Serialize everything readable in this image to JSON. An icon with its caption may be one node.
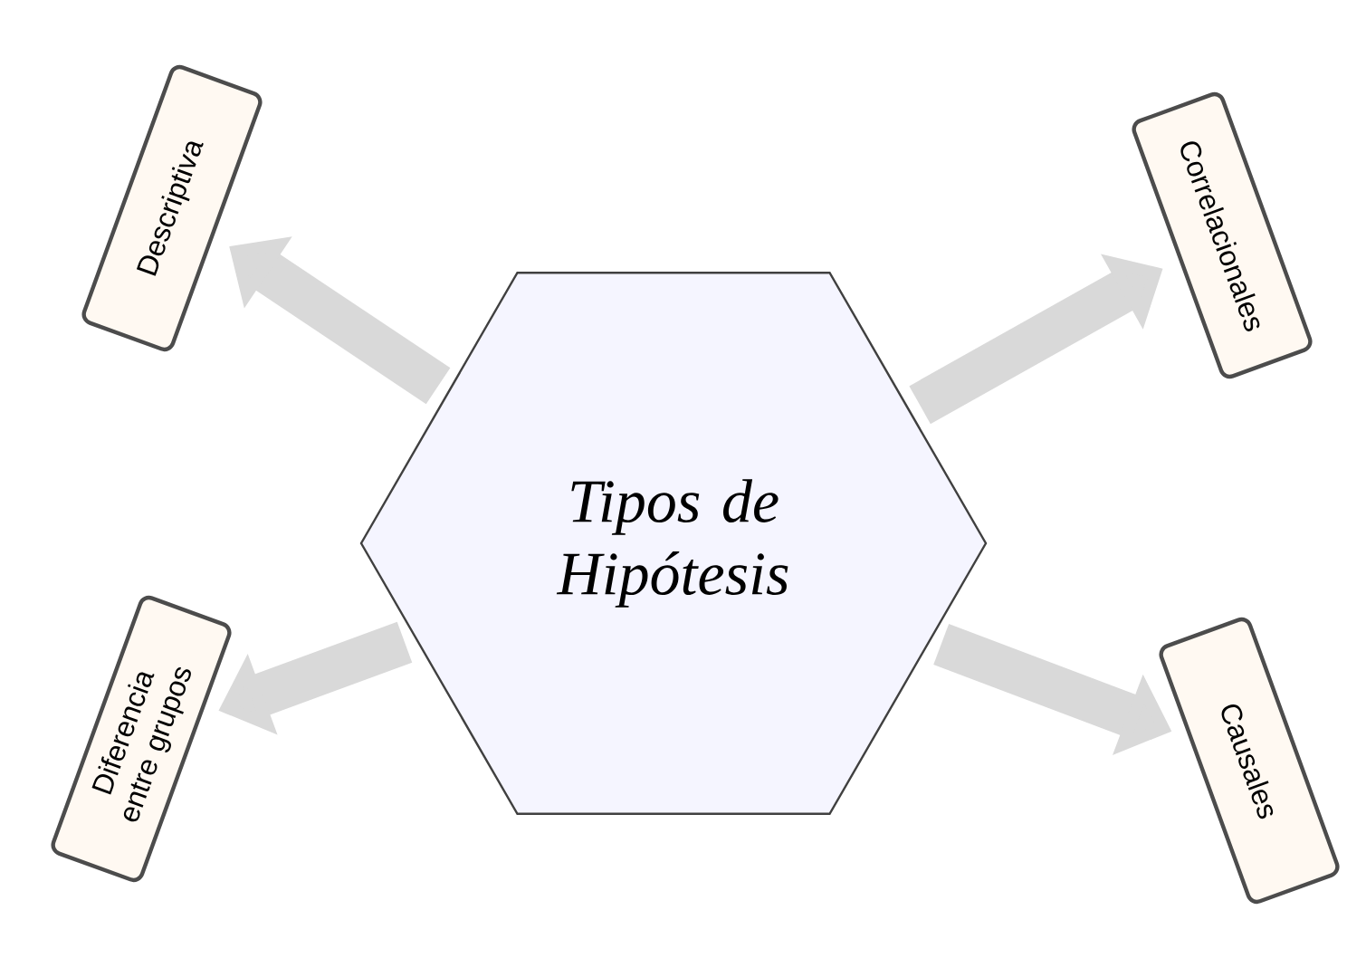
{
  "diagram": {
    "nodes": [
      {
        "text": [
          "Tipos de Hipótesis"
        ]
      },
      {
        "text": [
          "Descriptiva"
        ]
      },
      {
        "text": [
          "Correlacionales"
        ]
      },
      {
        "text": [
          "Diferencia entre grupos"
        ]
      },
      {
        "text": [
          "Causales"
        ]
      }
    ],
    "edges": [
      {
        "from": 0,
        "to": 1,
        "arrow": "to"
      },
      {
        "from": 0,
        "to": 2,
        "arrow": "to"
      },
      {
        "from": 0,
        "to": 3,
        "arrow": "to"
      },
      {
        "from": 0,
        "to": 4,
        "arrow": "to"
      }
    ]
  }
}
